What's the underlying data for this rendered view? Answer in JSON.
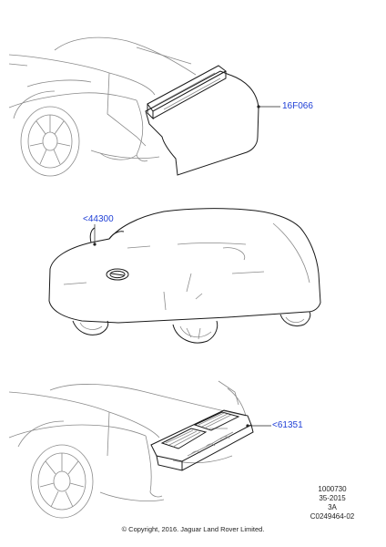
{
  "callouts": {
    "part1": "16F066",
    "part2": "<44300",
    "part3": "<61351"
  },
  "reference": {
    "line1": "1000730",
    "line2": "35-2015",
    "line3": "3A",
    "line4": "C0249464-02"
  },
  "copyright": "© Copyright, 2016. Jaguar Land Rover Limited.",
  "colors": {
    "callout": "#1f3fd6",
    "vehicle_lines": "#8a8a8a",
    "part_lines": "#1a1a1a"
  }
}
